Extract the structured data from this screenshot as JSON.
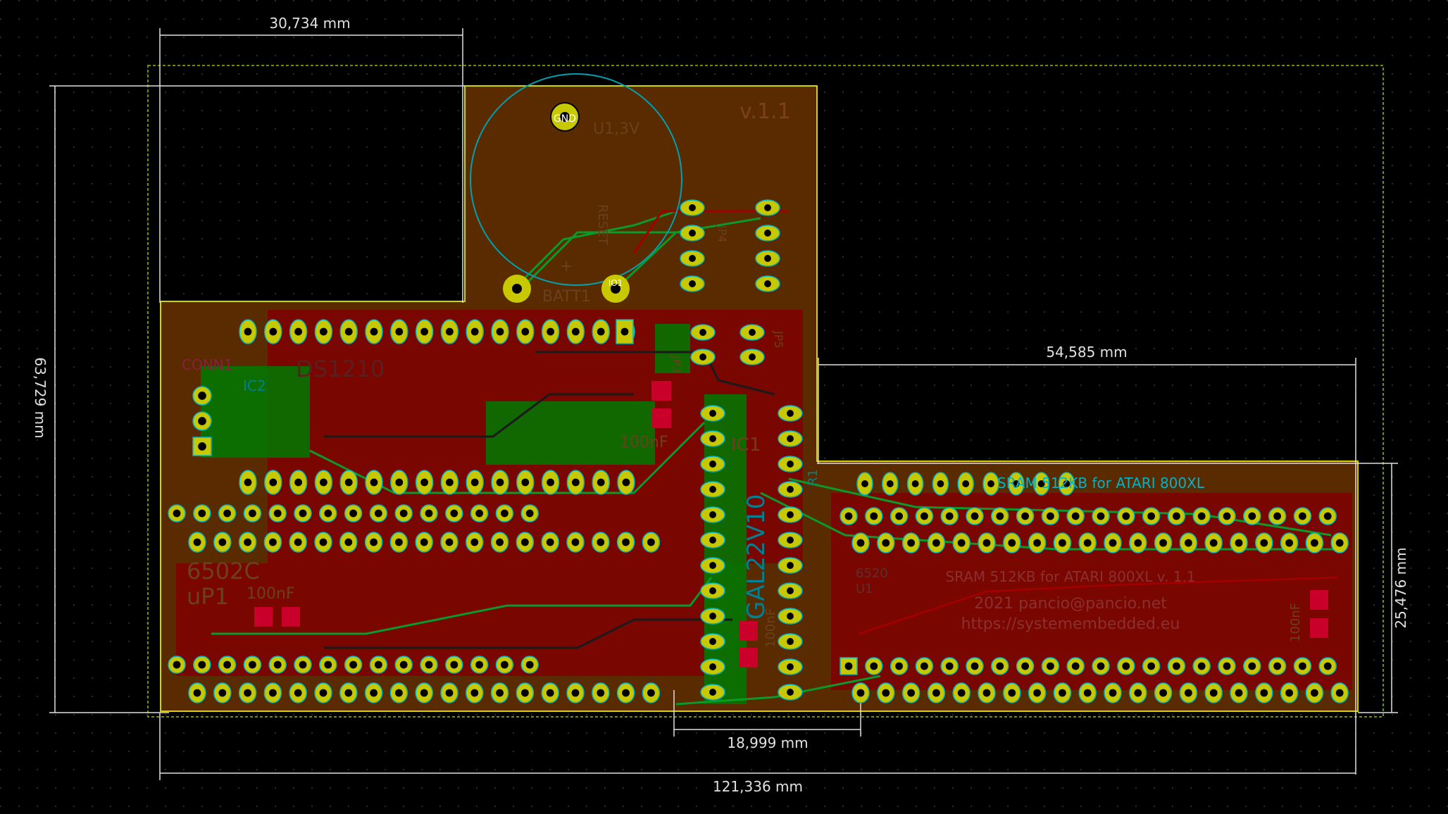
{
  "board": {
    "version": "v.1.1",
    "title_silk": "SRAM 512KB for ATARI 800XL",
    "title_copper": "SRAM 512KB for ATARI 800XL v. 1.1",
    "author": "2021 pancio@pancio.net",
    "url": "https://systemembedded.eu"
  },
  "dimensions": {
    "top_width": "30,734 mm",
    "left_height": "63,729 mm",
    "right_width": "54,585 mm",
    "right_height": "25,476 mm",
    "bottom_gap": "18,999 mm",
    "total_width": "121,336 mm"
  },
  "labels": {
    "gnd": "GND",
    "batt": "BATT1",
    "u1_3v": "U1,3V",
    "conn1": "CONN1",
    "ic2": "IC2",
    "ic2_part": "DS1210",
    "ic1": "IC1",
    "gal": "GAL22V10",
    "u2": "6502C",
    "up1": "uP1",
    "cap1": "100nF",
    "cap2": "100nF",
    "cap3": "100nF",
    "cap4": "100nF",
    "r1": "R1",
    "j3": "JP3",
    "j4": "JP4",
    "j5": "JP5",
    "u1": "U1",
    "u1_part": "6520",
    "reg": "RESET",
    "plus": "+",
    "io1": "IO1"
  },
  "colors": {
    "background": "#000000",
    "copper_back": "#800000",
    "copper_front": "#008000",
    "board_fill": "#5b2b00",
    "pad": "#c8c800",
    "silk_cyan": "#00b4c8",
    "dimension": "#e0e0e0",
    "edge": "#d4d400"
  }
}
